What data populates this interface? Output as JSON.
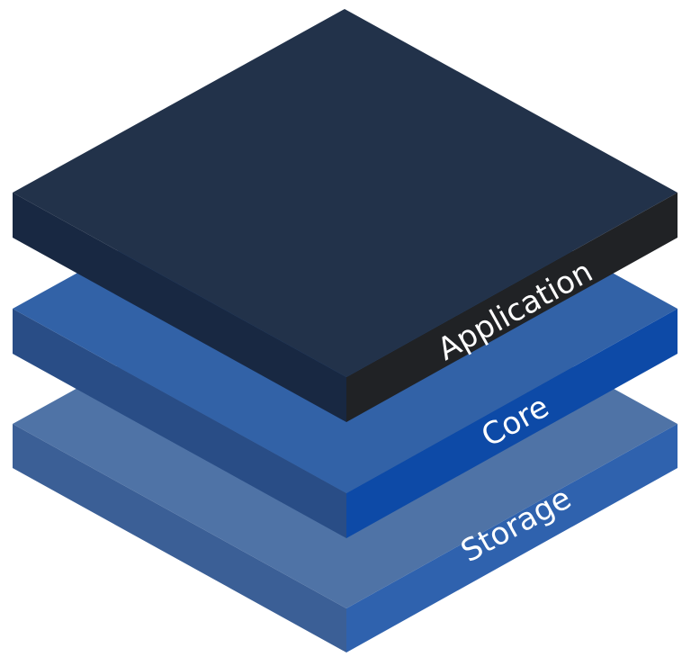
{
  "diagram": {
    "layers": [
      {
        "id": "storage",
        "label": "Storage",
        "colors": {
          "top": "#4F73A6",
          "left": "#3B5F96",
          "right": "#2F62AE"
        }
      },
      {
        "id": "core",
        "label": "Core",
        "colors": {
          "top": "#3262A7",
          "left": "#294D86",
          "right": "#0D4AA7"
        }
      },
      {
        "id": "application",
        "label": "Application",
        "colors": {
          "top": "#22324A",
          "left": "#182842",
          "right": "#202225"
        }
      }
    ]
  }
}
